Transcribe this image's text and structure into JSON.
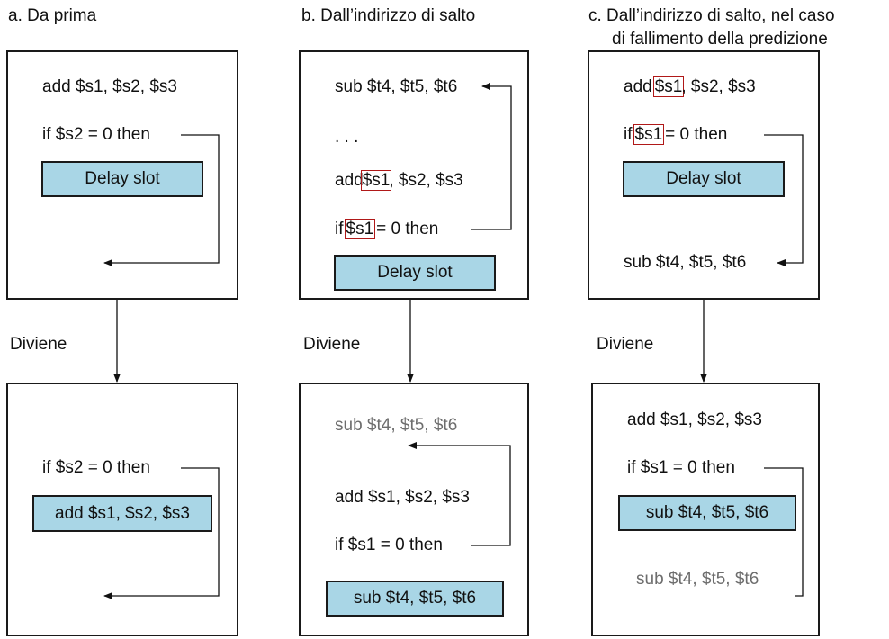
{
  "headers": {
    "a": "a.  Da prima",
    "b": "b.  Dall’indirizzo di salto",
    "c_line1": "c.  Dall’indirizzo di salto, nel caso",
    "c_line2": "di fallimento della predizione"
  },
  "becomes": "Diviene",
  "panel_a_top": {
    "instr": "add $s1, $s2, $s3",
    "branch": "if $s2 = 0 then",
    "slot": "Delay slot"
  },
  "panel_a_bottom": {
    "branch": "if $s2 = 0 then",
    "slot": "add $s1, $s2, $s3"
  },
  "panel_b_top": {
    "target": "sub $t4, $t5, $t6",
    "dots": ". . .",
    "add_op": "add",
    "add_reg": "$s1",
    "add_rest": ", $s2, $s3",
    "if_kw": "if",
    "if_reg": "$s1",
    "if_rest": "= 0 then",
    "slot": "Delay slot"
  },
  "panel_b_bottom": {
    "target": "sub $t4, $t5, $t6",
    "instr": "add $s1, $s2, $s3",
    "branch": "if $s1 = 0 then",
    "slot": "sub $t4, $t5, $t6"
  },
  "panel_c_top": {
    "add_op": "add",
    "add_reg": "$s1",
    "add_rest": ", $s2, $s3",
    "if_kw": "if",
    "if_reg": "$s1",
    "if_rest": "= 0 then",
    "slot": "Delay slot",
    "target": "sub $t4, $t5, $t6"
  },
  "panel_c_bottom": {
    "instr": "add $s1, $s2, $s3",
    "branch": "if $s1 = 0 then",
    "slot": "sub $t4, $t5, $t6",
    "target": "sub $t4, $t5, $t6"
  }
}
